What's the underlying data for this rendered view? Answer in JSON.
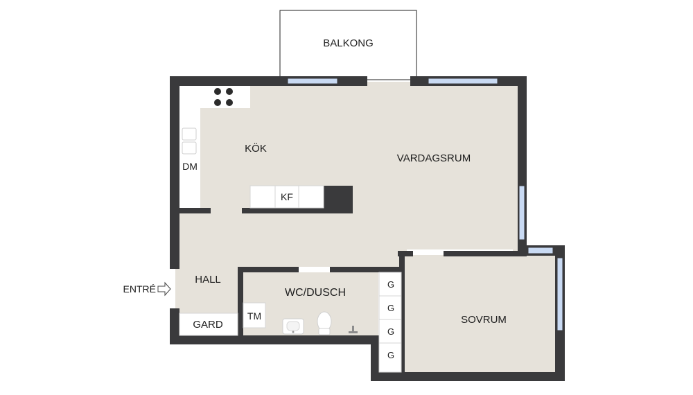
{
  "colors": {
    "wall": "#3a3a3c",
    "floor": "#e6e2da",
    "fixture": "#ffffff",
    "window": "#c9daf3",
    "outline": "#222222",
    "island_dark": "#353537",
    "text": "#1e1e1e"
  },
  "rooms": {
    "balkong": "BALKONG",
    "kok": "KÖK",
    "vardagsrum": "VARDAGSRUM",
    "hall": "HALL",
    "wc_dusch": "WC/DUSCH",
    "sovrum": "SOVRUM",
    "gard": "GARD"
  },
  "fixtures": {
    "dishwasher": "DM",
    "fridge_freezer": "KF",
    "drying_cabinet": "TM",
    "wardrobes": [
      "G",
      "G",
      "G",
      "G"
    ]
  },
  "entrance": {
    "label": "ENTRÉ",
    "icon": "arrow-right-icon"
  },
  "icons": {
    "stove": "stove-burners-icon",
    "sink": "sink-icon",
    "toilet": "toilet-icon",
    "faucet": "faucet-icon"
  }
}
